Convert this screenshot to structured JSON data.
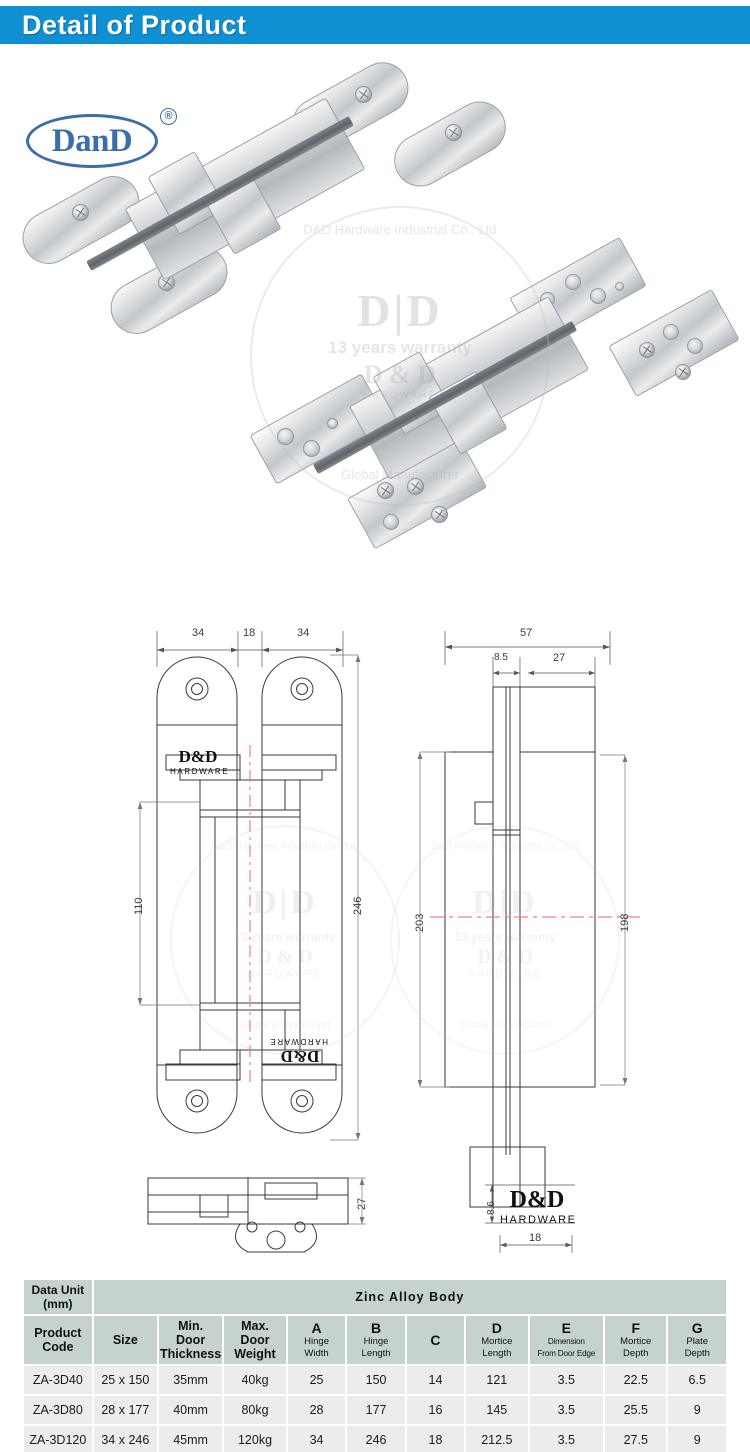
{
  "banner": {
    "title": "Detail of Product"
  },
  "brand": {
    "logo_text": "DanD",
    "registered_mark": "®"
  },
  "watermark": {
    "arc_top": "D&D Hardware Industrial Co., Ltd",
    "monogram": "D|D",
    "years": "13 years warranty",
    "dd": "D & D",
    "hardware": "HARDWARE",
    "arc_bottom": "Global Manufacturer"
  },
  "drawing": {
    "front_view": {
      "dims": {
        "leaf_left_width": "34",
        "center_width": "18",
        "leaf_right_width": "34",
        "body_height": "110",
        "total_length": "246"
      },
      "marks": {
        "dd": "D&D",
        "hardware": "HARDWARE"
      }
    },
    "side_view": {
      "dims": {
        "total_depth": "57",
        "plate_depth": "8.5",
        "mortice_depth": "27",
        "mortice_length": "203",
        "overall_height": "198"
      }
    },
    "section_view": {
      "dims": {
        "height": "27"
      }
    },
    "logo_detail": {
      "dims": {
        "height": "8.6",
        "width": "18"
      },
      "marks": {
        "dd": "D&D",
        "hardware": "HARDWARE"
      }
    }
  },
  "table": {
    "unit_header": "Data Unit (mm)",
    "unit_header_line1": "Data Unit",
    "unit_header_line2": "(mm)",
    "group_title": "Zinc  Alloy  Body",
    "columns": [
      {
        "key": "code",
        "label": "Product Code",
        "line1": "Product",
        "line2": "Code",
        "letter": "",
        "sub": ""
      },
      {
        "key": "size",
        "label": "Size",
        "line1": "Size",
        "line2": "",
        "letter": "",
        "sub": ""
      },
      {
        "key": "min_thickness",
        "label": "Min. Door Thickness",
        "line1": "Min.",
        "line2": "Door",
        "line3": "Thickness",
        "letter": "",
        "sub": ""
      },
      {
        "key": "max_weight",
        "label": "Max. Door Weight",
        "line1": "Max.",
        "line2": "Door",
        "line3": "Weight",
        "letter": "",
        "sub": ""
      },
      {
        "key": "a",
        "label": "A Hinge Width",
        "letter": "A",
        "sub": "Hinge Width",
        "sub1": "Hinge",
        "sub2": "Width"
      },
      {
        "key": "b",
        "label": "B Hinge Length",
        "letter": "B",
        "sub": "Hinge Length",
        "sub1": "Hinge",
        "sub2": "Length"
      },
      {
        "key": "c",
        "label": "C",
        "letter": "C",
        "sub": ""
      },
      {
        "key": "d",
        "label": "D Mortice Length",
        "letter": "D",
        "sub": "Mortice Length",
        "sub1": "Mortice",
        "sub2": "Length"
      },
      {
        "key": "e",
        "label": "E Dimension From Door Edge",
        "letter": "E",
        "sub": "Dimension From Door Edge",
        "sub1": "Dimension",
        "sub2": "From Door Edge"
      },
      {
        "key": "f",
        "label": "F Mortice Depth",
        "letter": "F",
        "sub": "Mortice Depth",
        "sub1": "Mortice",
        "sub2": "Depth"
      },
      {
        "key": "g",
        "label": "G Plate Depth",
        "letter": "G",
        "sub": "Plate Depth",
        "sub1": "Plate",
        "sub2": "Depth"
      }
    ],
    "rows": [
      {
        "code": "ZA-3D40",
        "size": "25 x 150",
        "min_thickness": "35mm",
        "max_weight": "40kg",
        "a": "25",
        "b": "150",
        "c": "14",
        "d": "121",
        "e": "3.5",
        "f": "22.5",
        "g": "6.5"
      },
      {
        "code": "ZA-3D80",
        "size": "28 x 177",
        "min_thickness": "40mm",
        "max_weight": "80kg",
        "a": "28",
        "b": "177",
        "c": "16",
        "d": "145",
        "e": "3.5",
        "f": "25.5",
        "g": "9"
      },
      {
        "code": "ZA-3D120",
        "size": "34 x 246",
        "min_thickness": "45mm",
        "max_weight": "120kg",
        "a": "34",
        "b": "246",
        "c": "18",
        "d": "212.5",
        "e": "3.5",
        "f": "27.5",
        "g": "9"
      }
    ]
  },
  "colors": {
    "banner_blue": "#0e90d2",
    "brand_blue": "#3b6ea8",
    "table_header": "#c5d3cc",
    "table_cell": "#ececec"
  }
}
